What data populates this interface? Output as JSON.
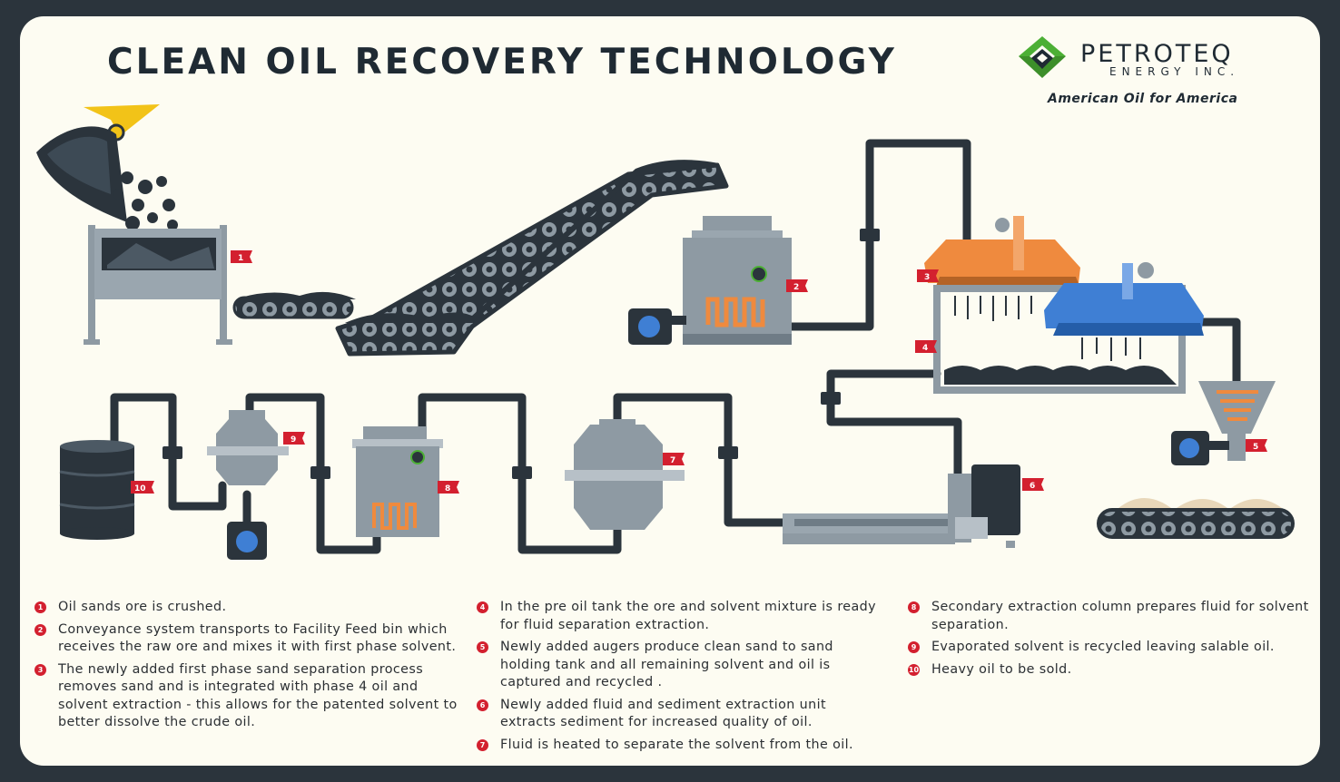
{
  "title": "CLEAN OIL RECOVERY TECHNOLOGY",
  "brand": {
    "name": "PETROTEQ",
    "sub": "ENERGY INC.",
    "tagline": "American Oil for America",
    "colors": {
      "green": "#4caf35",
      "dark": "#1f2a33"
    }
  },
  "colors": {
    "background": "#fdfcf2",
    "frame": "#2b343c",
    "pipe": "#2b343c",
    "machine": "#8e9aa3",
    "label": "#d3202f",
    "orange": "#ef8a3e",
    "blue": "#3f7fd4",
    "sand": "#e8d7b9"
  },
  "diagram_labels": [
    "1",
    "2",
    "3",
    "4",
    "5",
    "6",
    "7",
    "8",
    "9",
    "10"
  ],
  "steps": [
    {
      "num": "1",
      "text": "Oil sands ore is crushed."
    },
    {
      "num": "2",
      "text": "Conveyance system transports to Facility Feed bin which receives the raw ore and mixes it with first phase solvent."
    },
    {
      "num": "3",
      "text": "The newly added first phase sand separation process removes sand and is integrated with phase 4 oil and solvent extraction - this allows for the patented solvent to better dissolve the crude oil."
    },
    {
      "num": "4",
      "text": " In the pre oil tank the ore and solvent mixture is ready for fluid separation extraction."
    },
    {
      "num": "5",
      "text": "Newly added augers produce clean sand to sand holding tank and all remaining solvent and oil is captured and recycled ."
    },
    {
      "num": "6",
      "text": "Newly added fluid and sediment extraction unit extracts sediment for increased quality of oil."
    },
    {
      "num": "7",
      "text": "Fluid is heated to separate the solvent from the oil."
    },
    {
      "num": "8",
      "text": "Secondary extraction column prepares fluid for solvent separation."
    },
    {
      "num": "9",
      "text": "Evaporated solvent is recycled leaving salable oil."
    },
    {
      "num": "10",
      "text": "Heavy oil to be sold."
    }
  ]
}
